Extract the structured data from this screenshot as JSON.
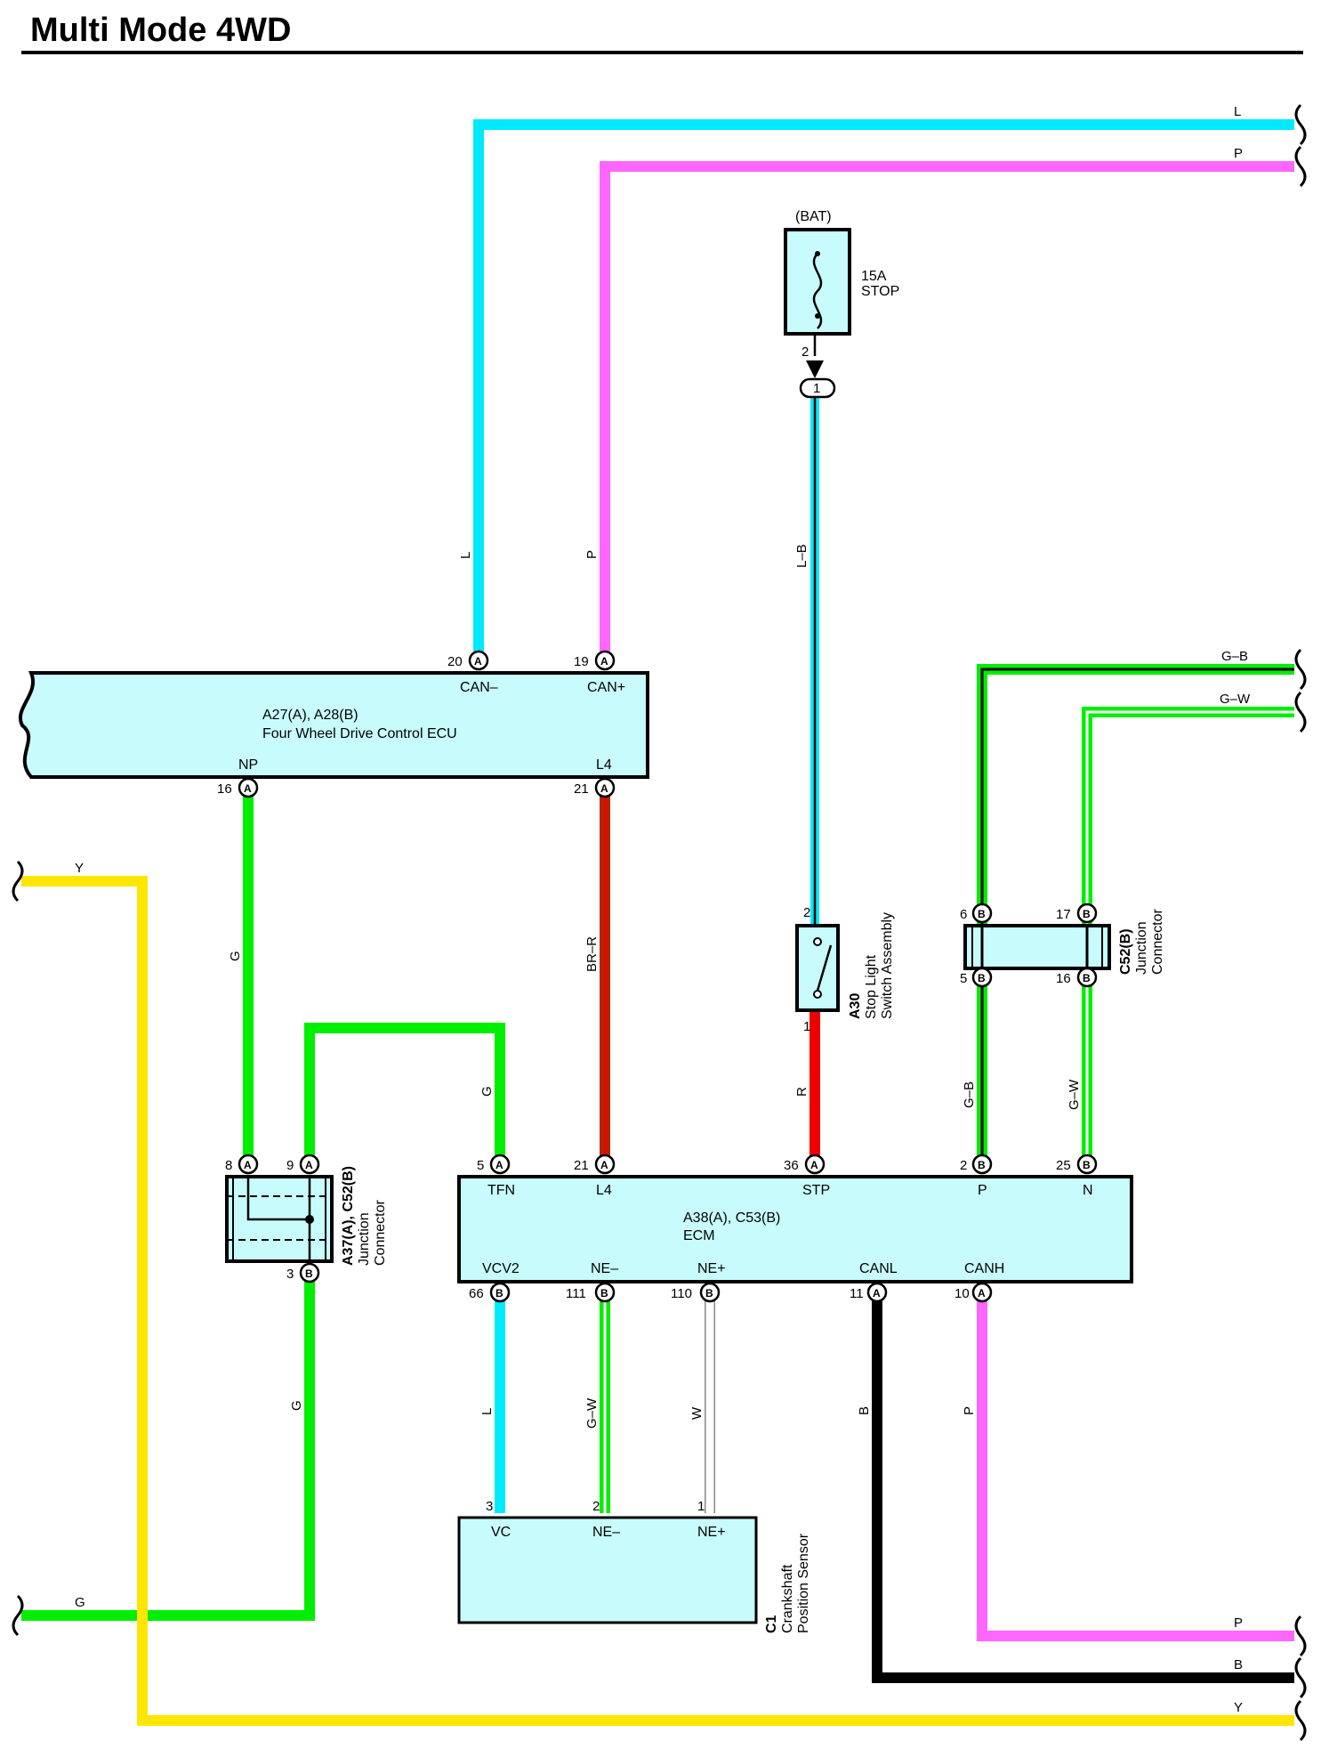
{
  "title": "Multi Mode 4WD",
  "colors": {
    "L": "#00eaff",
    "P": "#ff66ff",
    "G": "#00ee00",
    "Y": "#ffe600",
    "B": "#000000",
    "BR": "#b02800",
    "R": "#ee0000",
    "W": "#ffffff",
    "box_fill": "#c8fcfc"
  },
  "components": {
    "ecu_4wd": {
      "id": "A27(A), A28(B)",
      "name": "Four Wheel Drive Control ECU",
      "pins": {
        "can_minus": {
          "label": "CAN–",
          "num": "20",
          "conn": "A"
        },
        "can_plus": {
          "label": "CAN+",
          "num": "19",
          "conn": "A"
        },
        "np": {
          "label": "NP",
          "num": "16",
          "conn": "A"
        },
        "l4": {
          "label": "L4",
          "num": "21",
          "conn": "A"
        }
      }
    },
    "ecm": {
      "id": "A38(A), C53(B)",
      "name": "ECM",
      "pins": {
        "tfn": {
          "label": "TFN",
          "num": "5",
          "conn": "A"
        },
        "l4": {
          "label": "L4",
          "num": "21",
          "conn": "A"
        },
        "stp": {
          "label": "STP",
          "num": "36",
          "conn": "A"
        },
        "p": {
          "label": "P",
          "num": "2",
          "conn": "B"
        },
        "n": {
          "label": "N",
          "num": "25",
          "conn": "B"
        },
        "vcv2": {
          "label": "VCV2",
          "num": "66",
          "conn": "B"
        },
        "ne_minus": {
          "label": "NE–",
          "num": "111",
          "conn": "B"
        },
        "ne_plus": {
          "label": "NE+",
          "num": "110",
          "conn": "B"
        },
        "canl": {
          "label": "CANL",
          "num": "11",
          "conn": "A"
        },
        "canh": {
          "label": "CANH",
          "num": "10",
          "conn": "A"
        }
      }
    },
    "fuse": {
      "source": "(BAT)",
      "rating": "15A",
      "name": "STOP",
      "out_pin": "2",
      "connector_pin": "1"
    },
    "stop_switch": {
      "id": "A30",
      "name_line1": "Stop Light",
      "name_line2": "Switch Assembly",
      "pin_top": "2",
      "pin_bottom": "1"
    },
    "jc_left": {
      "id": "A37(A), C52(B)",
      "name_line1": "Junction",
      "name_line2": "Connector",
      "pins": {
        "p8": {
          "num": "8",
          "conn": "A"
        },
        "p9": {
          "num": "9",
          "conn": "A"
        },
        "p3": {
          "num": "3",
          "conn": "B"
        }
      }
    },
    "jc_right": {
      "id": "C52(B)",
      "name_line1": "Junction",
      "name_line2": "Connector",
      "pins": {
        "p6": {
          "num": "6",
          "conn": "B"
        },
        "p17": {
          "num": "17",
          "conn": "B"
        },
        "p5": {
          "num": "5",
          "conn": "B"
        },
        "p16": {
          "num": "16",
          "conn": "B"
        }
      }
    },
    "crank": {
      "id": "C1",
      "name_line1": "Crankshaft",
      "name_line2": "Position Sensor",
      "pins": {
        "vc": {
          "label": "VC",
          "num": "3"
        },
        "ne_minus": {
          "label": "NE–",
          "num": "2"
        },
        "ne_plus": {
          "label": "NE+",
          "num": "1"
        }
      }
    }
  },
  "wires": {
    "can_minus": "L",
    "can_plus": "P",
    "stop_feed": "L–B",
    "np": "G",
    "l4": "BR–R",
    "tfn": "G",
    "jc_out": "G",
    "stp": "R",
    "ecm_p": "G–B",
    "ecm_n": "G–W",
    "vcv2": "L",
    "ne_minus": "G–W",
    "ne_plus": "W",
    "canl": "B",
    "canh": "P",
    "exit_top_l": "L",
    "exit_top_p": "P",
    "exit_gb": "G–B",
    "exit_gw": "G–W",
    "exit_left_y": "Y",
    "exit_left_g": "G",
    "exit_bottom_p": "P",
    "exit_bottom_b": "B",
    "exit_bottom_y": "Y"
  }
}
